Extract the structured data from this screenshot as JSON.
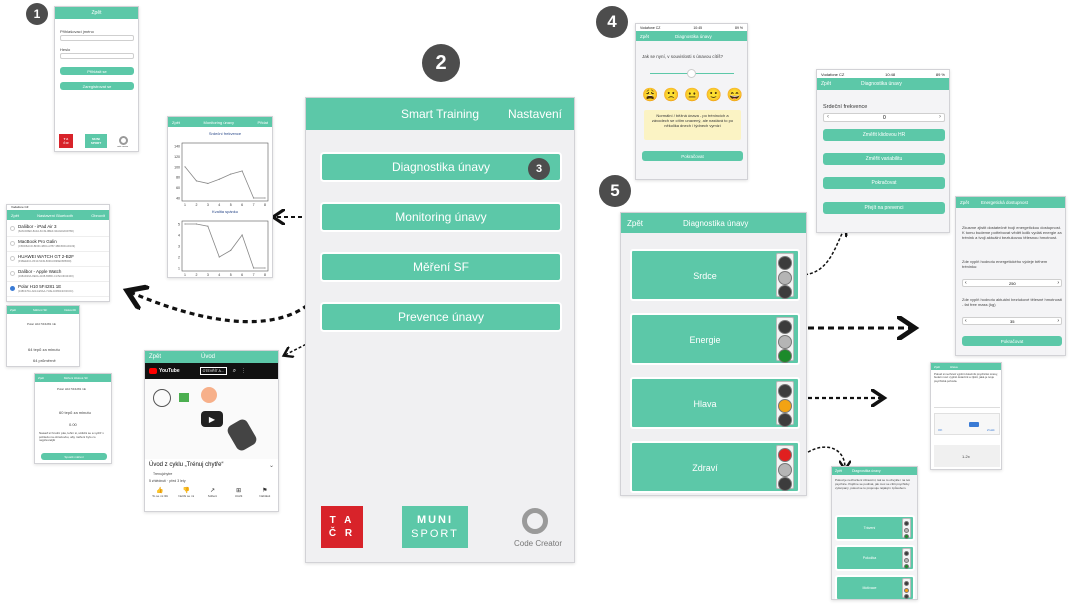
{
  "colors": {
    "accent": "#5cc8a8",
    "badge": "#4d4d4d",
    "red": "#e02020",
    "orange": "#f2a313",
    "green": "#1b8a2a",
    "dark": "#3c3c3c",
    "grey": "#b5b5b5"
  },
  "badges": [
    "1",
    "2",
    "3",
    "4",
    "5"
  ],
  "login": {
    "title": "Zpět",
    "user_label": "Přihlašovací jméno",
    "password_label": "Heslo",
    "login_btn": "Přihlásit se",
    "register_btn": "Zaregistrovat se",
    "tacr": [
      "T A",
      "Č R"
    ],
    "muni": [
      "MUNI",
      "SPORT"
    ],
    "cc": "code creator"
  },
  "bluetooth": {
    "status": "Vodafone CZ",
    "back": "Zpět",
    "title": "Nastavení Bluetooth",
    "action": "Obnovit",
    "devices": [
      {
        "name": "Daliibor - iPad Air 3",
        "id": "{6A6CD8E0-8A3A-6C49-0BEF-90A0A0A9D780}"
      },
      {
        "name": "MacBook Pro Galin",
        "id": "{C5DD8ACD-BF0D-48D4-A7B7-3B0450CAD109}"
      },
      {
        "name": "HUAWEI WATCH GT 2-B2F",
        "id": "{F36EE3C1-8F10-5449-8339-D096E0685009}"
      },
      {
        "name": "Dalibor - Apple Watch",
        "id": "{198AD26A-8E0A-4108-B3BD-C17EC3D443F0}"
      },
      {
        "name": "Polar H10 5F4281 1E",
        "id": "{138F470A-A014-E5AA-713E-1D8D24C63C0C}"
      }
    ]
  },
  "hr_small": {
    "back": "Zpět",
    "title": "Měření SF",
    "action": "Dokončit",
    "device": "Polar H10 5F4281 1E",
    "bpm": "64 tepů za minutu",
    "avg": "64 průměrně"
  },
  "hr_small2": {
    "back": "Zpět",
    "title": "Měření klidové SF",
    "device": "Polar H10 5F4281 1E",
    "bpm": "60 tepů za minutu",
    "val": "0.00",
    "text": "Nasaď si hrudní pás, lehni si, uklidni se a vydrž v pohledu na obrazovku, aby měření bylo co nejpřesnější",
    "btn": "Spustit měření"
  },
  "monitoring": {
    "back": "Zpět",
    "title": "Monitoring únavy",
    "action": "Přidat",
    "chart1_title": "Srdeční frekvence",
    "chart2_title": "Kvalita spánku"
  },
  "chart_data": [
    {
      "type": "line",
      "title": "Srdeční frekvence",
      "x": [
        1,
        2,
        3,
        4,
        5,
        6,
        7,
        8
      ],
      "y": [
        100,
        73,
        68,
        76,
        86,
        92,
        40,
        40
      ],
      "ylim": [
        40,
        140
      ],
      "yticks": [
        140,
        120,
        100,
        80,
        60,
        40
      ],
      "grid": false
    },
    {
      "type": "line",
      "title": "Kvalita spánku",
      "x": [
        1,
        2,
        3,
        4,
        5,
        6,
        7,
        8
      ],
      "y": [
        5,
        5,
        4.8,
        2,
        2.6,
        4,
        1,
        1
      ],
      "ylim": [
        1,
        5
      ],
      "yticks": [
        5,
        4,
        3,
        2,
        1
      ],
      "grid": false
    }
  ],
  "main": {
    "title": "Smart Training",
    "settings": "Nastavení",
    "menu": [
      "Diagnostika únavy",
      "Monitoring únavy",
      "Měření SF",
      "Prevence únavy"
    ],
    "tacr": [
      "T A",
      "Č R"
    ],
    "muni": [
      "MUNI",
      "SPORT"
    ],
    "cc": "Code Creator"
  },
  "youtube": {
    "back": "Zpět",
    "title": "Úvod",
    "brand": "YouTube",
    "open_btn": "OTEVŘÍT A...",
    "video_title": "Úvod z cyklu „Trénuj chytře“",
    "channel": "Trenujchytre",
    "meta": "5 zhlédnutí · před 3 lety",
    "actions": [
      "To se mi líbí",
      "Nelíbí se mi",
      "Sdílení",
      "Uložit",
      "Nahlásit"
    ]
  },
  "survey": {
    "status_left": "Vodafone CZ",
    "time": "10:45",
    "battery": "89 %",
    "back": "Zpět",
    "title": "Diagnostika únavy",
    "question": "Jak se nyní, v souvislosti s únavou cítíš?",
    "faces": [
      "😩",
      "🙁",
      "😐",
      "🙂",
      "😄"
    ],
    "description": "Normální / běžná únava - po trénincích a závodech se cítím unavený, ale nastává to po několika dnech / týdnech vymizí",
    "button": "Pokračovat"
  },
  "heart": {
    "status_left": "Vodafone CZ",
    "time": "10:48",
    "battery": "89 %",
    "back": "Zpět",
    "title": "Diagnostika únavy",
    "label": "Srdeční frekvence",
    "value": "0",
    "buttons": [
      "Změřit klidovou HR",
      "Změřit variabilitu",
      "Pokračovat",
      "Přejít na prevenci"
    ]
  },
  "diag": {
    "back": "Zpět",
    "title": "Diagnostika únavy",
    "rows": [
      {
        "label": "Srdce",
        "lights": [
          "#3c3c3c",
          "#b5b5b5",
          "#3c3c3c"
        ]
      },
      {
        "label": "Energie",
        "lights": [
          "#3c3c3c",
          "#b5b5b5",
          "#1b8a2a"
        ]
      },
      {
        "label": "Hlava",
        "lights": [
          "#3c3c3c",
          "#f2a313",
          "#3c3c3c"
        ]
      },
      {
        "label": "Zdraví",
        "lights": [
          "#e02020",
          "#b5b5b5",
          "#3c3c3c"
        ]
      }
    ]
  },
  "energy": {
    "back": "Zpět",
    "title": "Energetická dostupnost",
    "intro": "Zkusme zjistit dostatečně tvoji energetickou dostupnost. K tomu budeme potřebovat vědět kolik vydáš energie za trénink a tvoji aktuální beztukovou tělesnou hmotnost.",
    "q1": "Zde vyplň hodnotu energetického výdeje během tréninku:",
    "v1": "250",
    "q2": "Zde vyplň hodnotu aktuální beztukové tělesné hmotnosti - fat free mass (kg)",
    "v2": "35",
    "button": "Pokračovat"
  },
  "head_screen": {
    "back": "Zpět",
    "title": "Hlava",
    "text": "Pokud si nechceš vyplnit dotazník psychické únavy, budeš moci vyplnit dotazník a zjistit, jaká je tvoje psychická pohoda.",
    "ok": "OK",
    "cancel": "Zrušit",
    "picker": "1-2x"
  },
  "health": {
    "back": "Zpět",
    "title": "Diagnostika únavy",
    "text": "Pokud je nezhoršení zdravotní, tak se to obvykle i na tvé psychice. Pojďme se podívat, jak moc se cítíš psychicky vyčerpaný, pokud se to projevuje nějakým způsobem.",
    "rows": [
      {
        "label": "Trávení",
        "lights": [
          "#3c3c3c",
          "#b5b5b5",
          "#1b8a2a"
        ]
      },
      {
        "label": "Pokožka",
        "lights": [
          "#3c3c3c",
          "#b5b5b5",
          "#1b8a2a"
        ]
      },
      {
        "label": "Motivace",
        "lights": [
          "#3c3c3c",
          "#f2a313",
          "#3c3c3c"
        ]
      }
    ]
  }
}
